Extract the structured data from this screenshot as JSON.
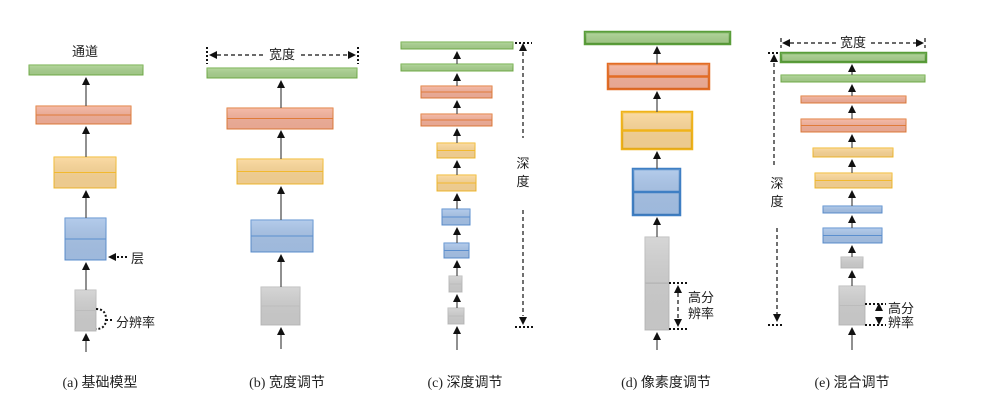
{
  "colors": {
    "green": {
      "fill": "#a9d18e",
      "stroke": "#70ad47",
      "strong": "#5a9e3a"
    },
    "orange": {
      "fill": "#f4b09a",
      "stroke": "#e07b39",
      "strong": "#e36c25"
    },
    "yellow": {
      "fill": "#fad595",
      "stroke": "#f2b92e",
      "strong": "#f0b31a"
    },
    "blue": {
      "fill": "#a7c3e8",
      "stroke": "#5b8fcf",
      "strong": "#3f7fc4"
    },
    "gray": {
      "fill": "#cfcfcf",
      "stroke": "#bcbcbc",
      "strong": "#b3b3b3"
    },
    "arrow": "#111111"
  },
  "panels": [
    {
      "id": "a",
      "caption": "(a) 基础模型",
      "labels": {
        "channel": "通道",
        "layer": "层",
        "resolution": "分辨率"
      },
      "stages": [
        "green",
        "orange",
        "yellow",
        "blue",
        "gray"
      ]
    },
    {
      "id": "b",
      "caption": "(b) 宽度调节",
      "labels": {
        "width": "宽度"
      },
      "stages": [
        "green",
        "orange",
        "yellow",
        "blue",
        "gray"
      ]
    },
    {
      "id": "c",
      "caption": "(c) 深度调节",
      "labels": {
        "depth_line1": "深",
        "depth_line2": "度"
      },
      "stages": [
        "green",
        "green",
        "orange",
        "orange",
        "yellow",
        "yellow",
        "blue",
        "blue",
        "gray",
        "gray"
      ]
    },
    {
      "id": "d",
      "caption": "(d) 像素度调节",
      "labels": {
        "hires_line1": "高分",
        "hires_line2": "辨率"
      },
      "stages": [
        "green",
        "orange",
        "yellow",
        "blue",
        "gray"
      ]
    },
    {
      "id": "e",
      "caption": "(e) 混合调节",
      "labels": {
        "width": "宽度",
        "depth_line1": "深",
        "depth_line2": "度",
        "hires_line1": "高分",
        "hires_line2": "辨率"
      },
      "stages": [
        "green",
        "green",
        "orange",
        "orange",
        "yellow",
        "yellow",
        "blue",
        "blue",
        "gray",
        "gray"
      ]
    }
  ]
}
